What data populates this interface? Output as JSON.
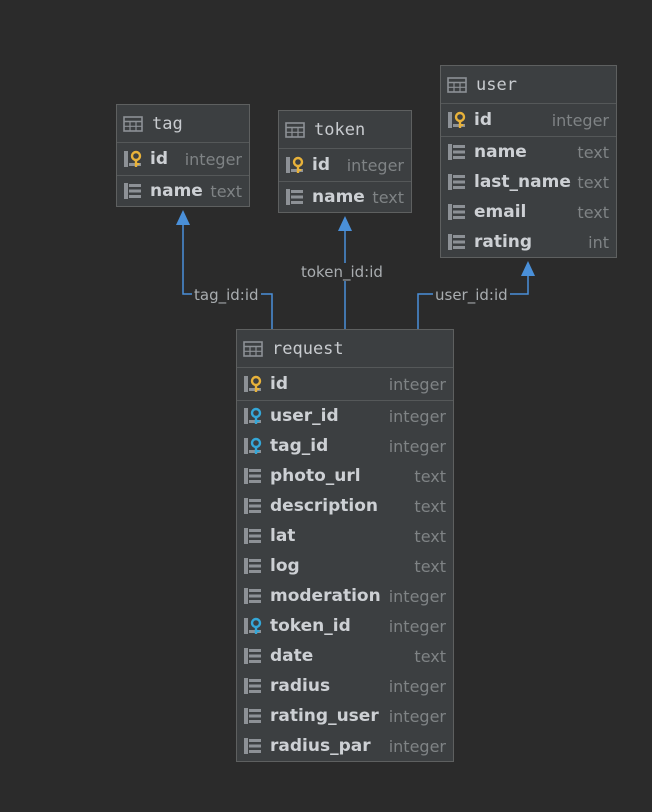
{
  "colors": {
    "background": "#2b2b2b",
    "entity_fill": "#3c3f41",
    "edge": "#4a90d9",
    "pk_key": "#e8b23a",
    "fk_key": "#35a7d8"
  },
  "entities": {
    "tag": {
      "title": "tag",
      "columns": [
        {
          "name": "id",
          "type": "integer",
          "key": "pk"
        },
        {
          "name": "name",
          "type": "text",
          "key": "none"
        }
      ]
    },
    "token": {
      "title": "token",
      "columns": [
        {
          "name": "id",
          "type": "integer",
          "key": "pk"
        },
        {
          "name": "name",
          "type": "text",
          "key": "none"
        }
      ]
    },
    "user": {
      "title": "user",
      "columns": [
        {
          "name": "id",
          "type": "integer",
          "key": "pk"
        },
        {
          "name": "name",
          "type": "text",
          "key": "none"
        },
        {
          "name": "last_name",
          "type": "text",
          "key": "none"
        },
        {
          "name": "email",
          "type": "text",
          "key": "none"
        },
        {
          "name": "rating",
          "type": "int",
          "key": "none"
        }
      ]
    },
    "request": {
      "title": "request",
      "columns": [
        {
          "name": "id",
          "type": "integer",
          "key": "pk"
        },
        {
          "name": "user_id",
          "type": "integer",
          "key": "fk"
        },
        {
          "name": "tag_id",
          "type": "integer",
          "key": "fk"
        },
        {
          "name": "photo_url",
          "type": "text",
          "key": "none"
        },
        {
          "name": "description",
          "type": "text",
          "key": "none"
        },
        {
          "name": "lat",
          "type": "text",
          "key": "none"
        },
        {
          "name": "log",
          "type": "text",
          "key": "none"
        },
        {
          "name": "moderation",
          "type": "integer",
          "key": "none"
        },
        {
          "name": "token_id",
          "type": "integer",
          "key": "fk"
        },
        {
          "name": "date",
          "type": "text",
          "key": "none"
        },
        {
          "name": "radius",
          "type": "integer",
          "key": "none"
        },
        {
          "name": "rating_user",
          "type": "integer",
          "key": "none"
        },
        {
          "name": "radius_par",
          "type": "integer",
          "key": "none"
        }
      ]
    }
  },
  "relations": [
    {
      "from": "request",
      "to": "tag",
      "label": "tag_id:id"
    },
    {
      "from": "request",
      "to": "token",
      "label": "token_id:id"
    },
    {
      "from": "request",
      "to": "user",
      "label": "user_id:id"
    }
  ]
}
